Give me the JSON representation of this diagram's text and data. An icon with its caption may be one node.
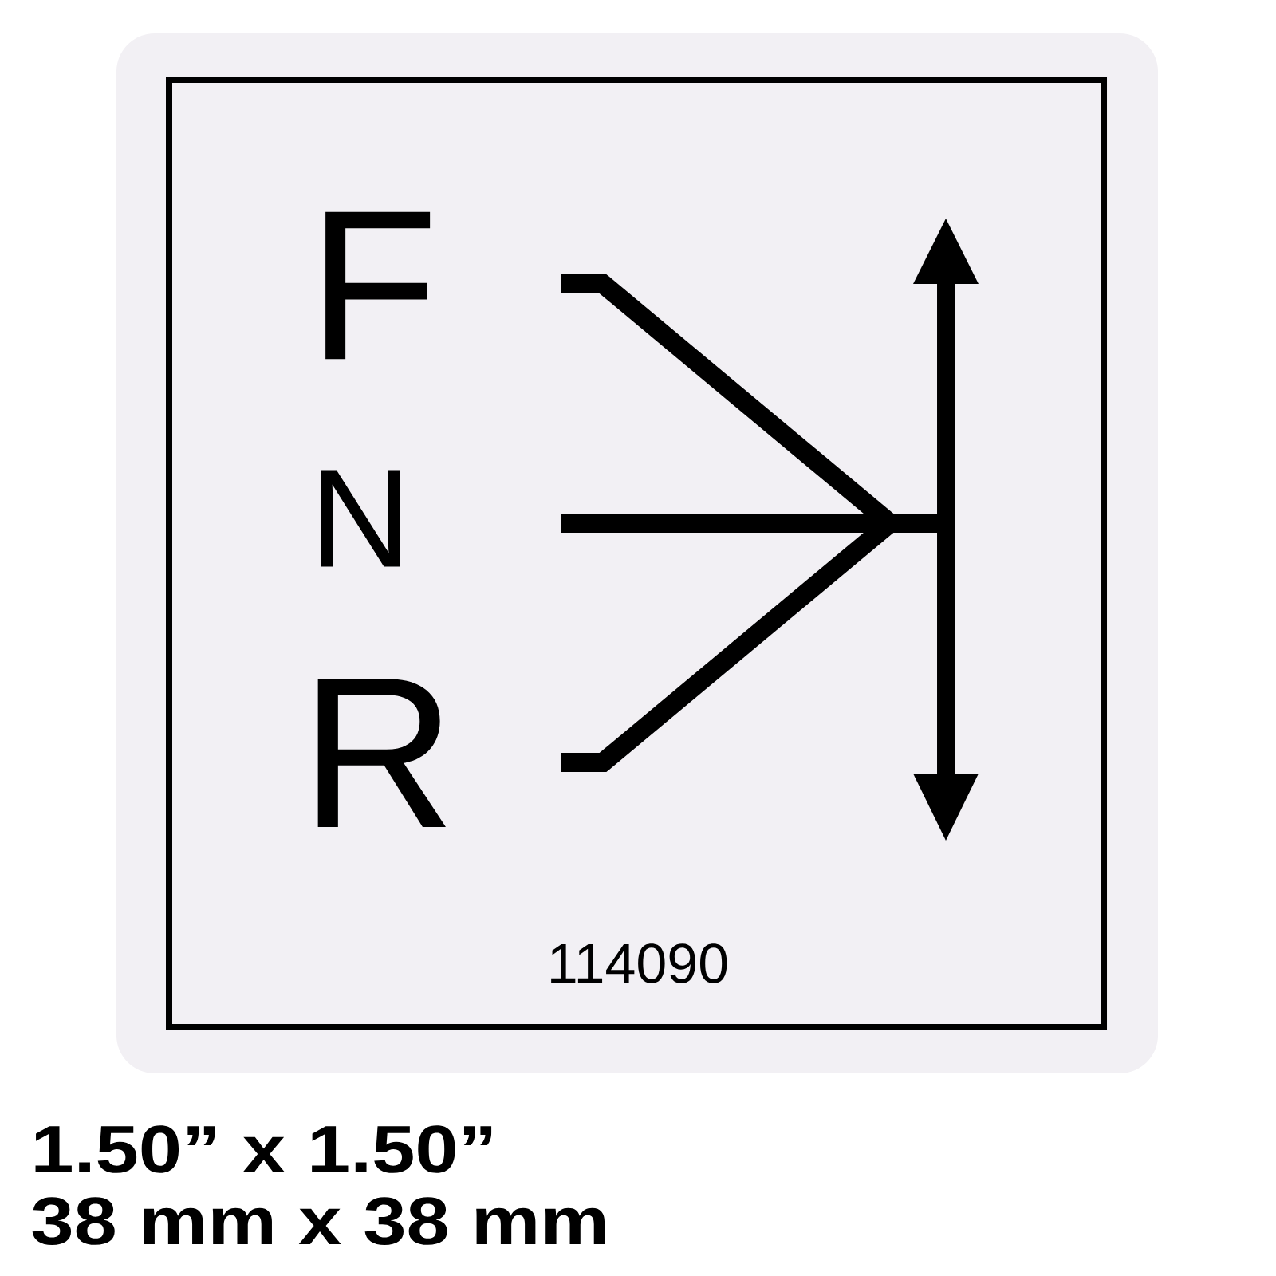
{
  "diagram": {
    "nodes": [
      {
        "text": [
          "F",
          "N",
          "R",
          "114090"
        ]
      }
    ],
    "labels": [
      "1.50” x 1.50”",
      "38 mm x 38 mm"
    ]
  }
}
